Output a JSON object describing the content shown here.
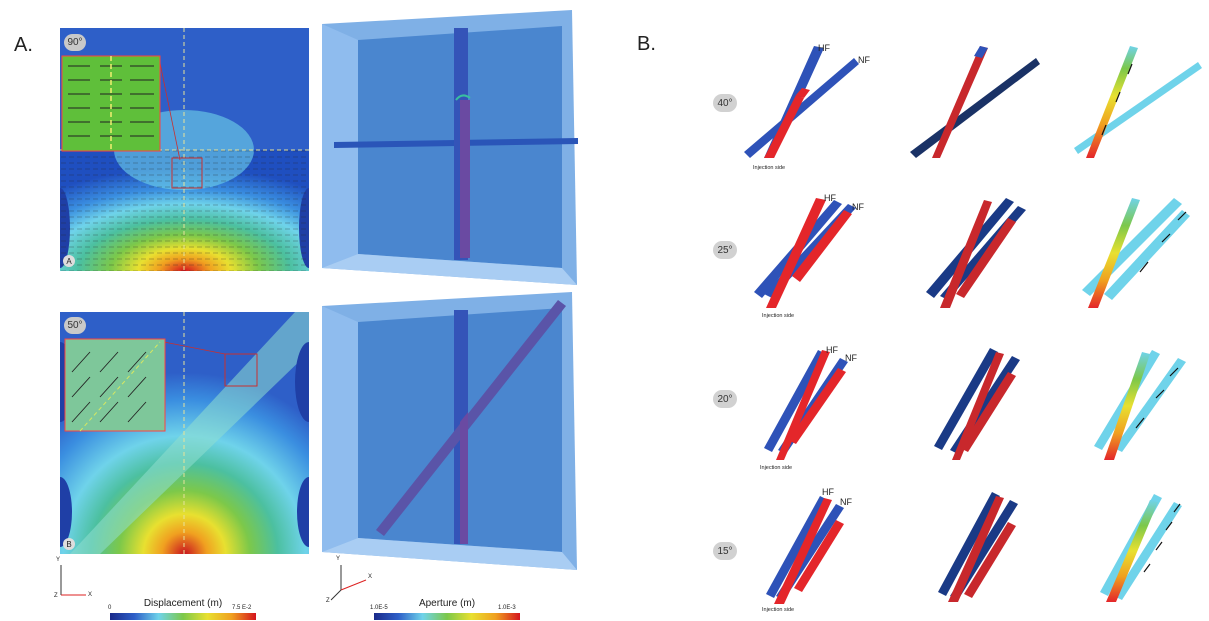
{
  "panel_a": {
    "letter": "A.",
    "top_angle": "90°",
    "bottom_angle": "50°",
    "top_marker": "A",
    "bottom_marker": "B",
    "displacement_bar": {
      "title": "Displacement (m)",
      "min": "0",
      "max": "7.5 E-2"
    },
    "aperture_bar": {
      "title": "Aperture (m)",
      "min": "1.0E-5",
      "max": "1.0E-3"
    },
    "axes_left": {
      "y": "Y",
      "z": "Z",
      "x": "X"
    },
    "axes_right": {
      "y": "Y",
      "z": "Z",
      "x": "X"
    }
  },
  "panel_b": {
    "letter": "B.",
    "hf_label": "HF",
    "nf_label": "NF",
    "injection_label": "Injection side",
    "rows": [
      {
        "angle": "40°"
      },
      {
        "angle": "25°"
      },
      {
        "angle": "20°"
      },
      {
        "angle": "15°"
      }
    ]
  },
  "colors": {
    "deep_blue": "#1f3fa6",
    "cyan": "#6fd3ea",
    "red": "#e4262a",
    "frame_blue": "#4a86cf"
  }
}
